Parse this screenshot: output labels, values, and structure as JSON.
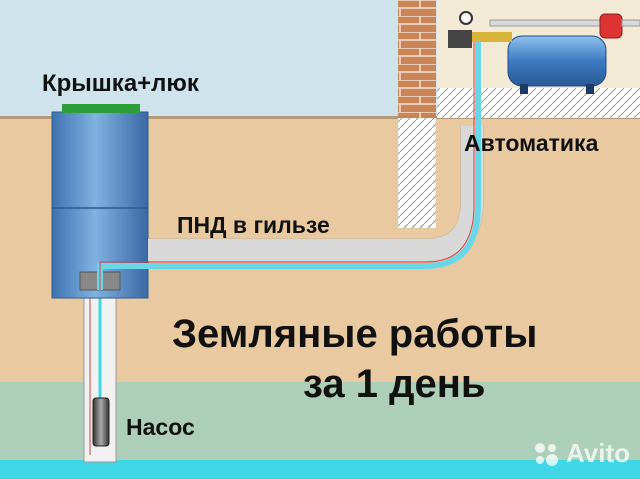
{
  "labels": {
    "cover": "Крышка+люк",
    "automation": "Автоматика",
    "pipe": "ПНД в гильзе",
    "pump": "Насос"
  },
  "headline": {
    "line1": "Земляные работы",
    "line2": "за 1 день"
  },
  "watermark": "Avito",
  "colors": {
    "sky": "#cfe3ec",
    "soil": "#e8c9a0",
    "water": "#3fd6e6",
    "caisson": "#5b8fc8",
    "lid": "#2e9e3a",
    "brick": "#c98457",
    "tank": "#4a86c8",
    "pipe": "#6ad7e8"
  }
}
